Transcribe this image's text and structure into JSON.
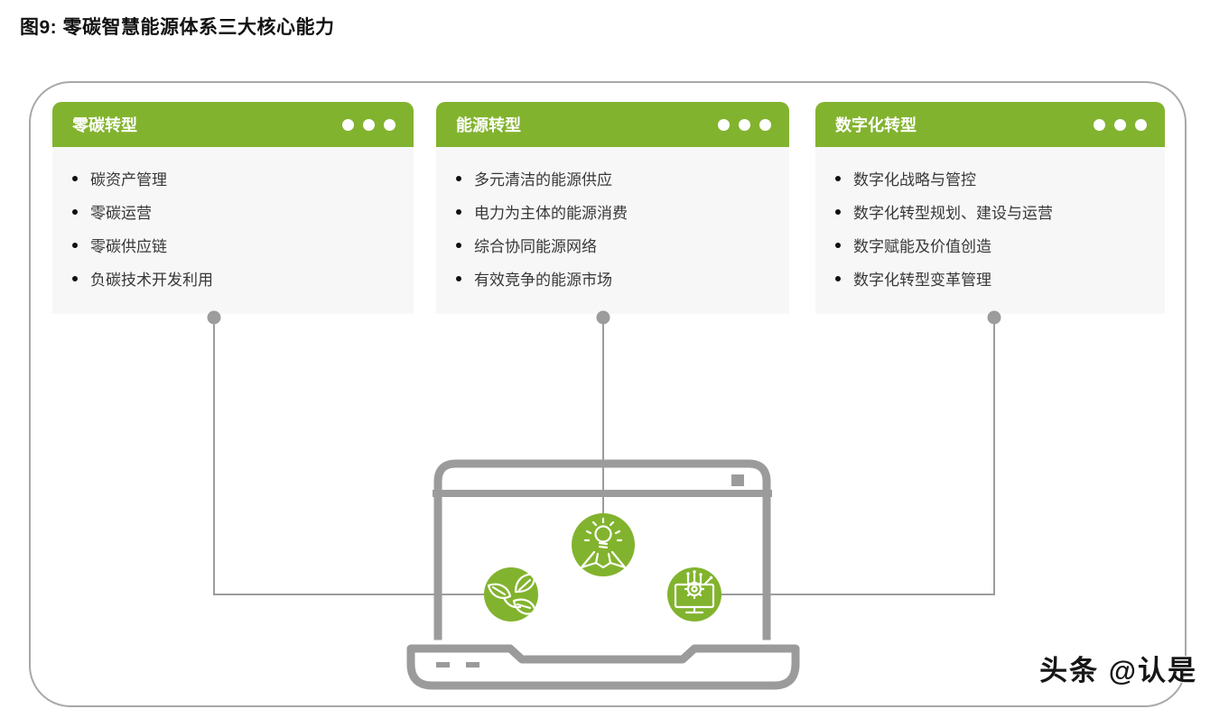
{
  "figure_title": "图9: 零碳智慧能源体系三大核心能力",
  "colors": {
    "green": "#82B32E",
    "gray_line": "#9C9C9C",
    "card_body_bg": "#F7F7F7",
    "container_border": "#A8A8A8",
    "text_dark": "#383838"
  },
  "cards": [
    {
      "title": "零碳转型",
      "items": [
        "碳资产管理",
        "零碳运营",
        "零碳供应链",
        "负碳技术开发利用"
      ]
    },
    {
      "title": "能源转型",
      "items": [
        "多元清洁的能源供应",
        "电力为主体的能源消费",
        "综合协同能源网络",
        "有效竞争的能源市场"
      ]
    },
    {
      "title": "数字化转型",
      "items": [
        "数字化战略与管控",
        "数字化转型规划、建设与运营",
        "数字赋能及价值创造",
        "数字化转型变革管理"
      ]
    }
  ],
  "illustration": {
    "icons": [
      "leaves-icon",
      "idea-lightbulb-icon",
      "smart-monitor-gear-icon"
    ],
    "device": "laptop"
  },
  "watermark": {
    "text": "头条 @认是"
  }
}
